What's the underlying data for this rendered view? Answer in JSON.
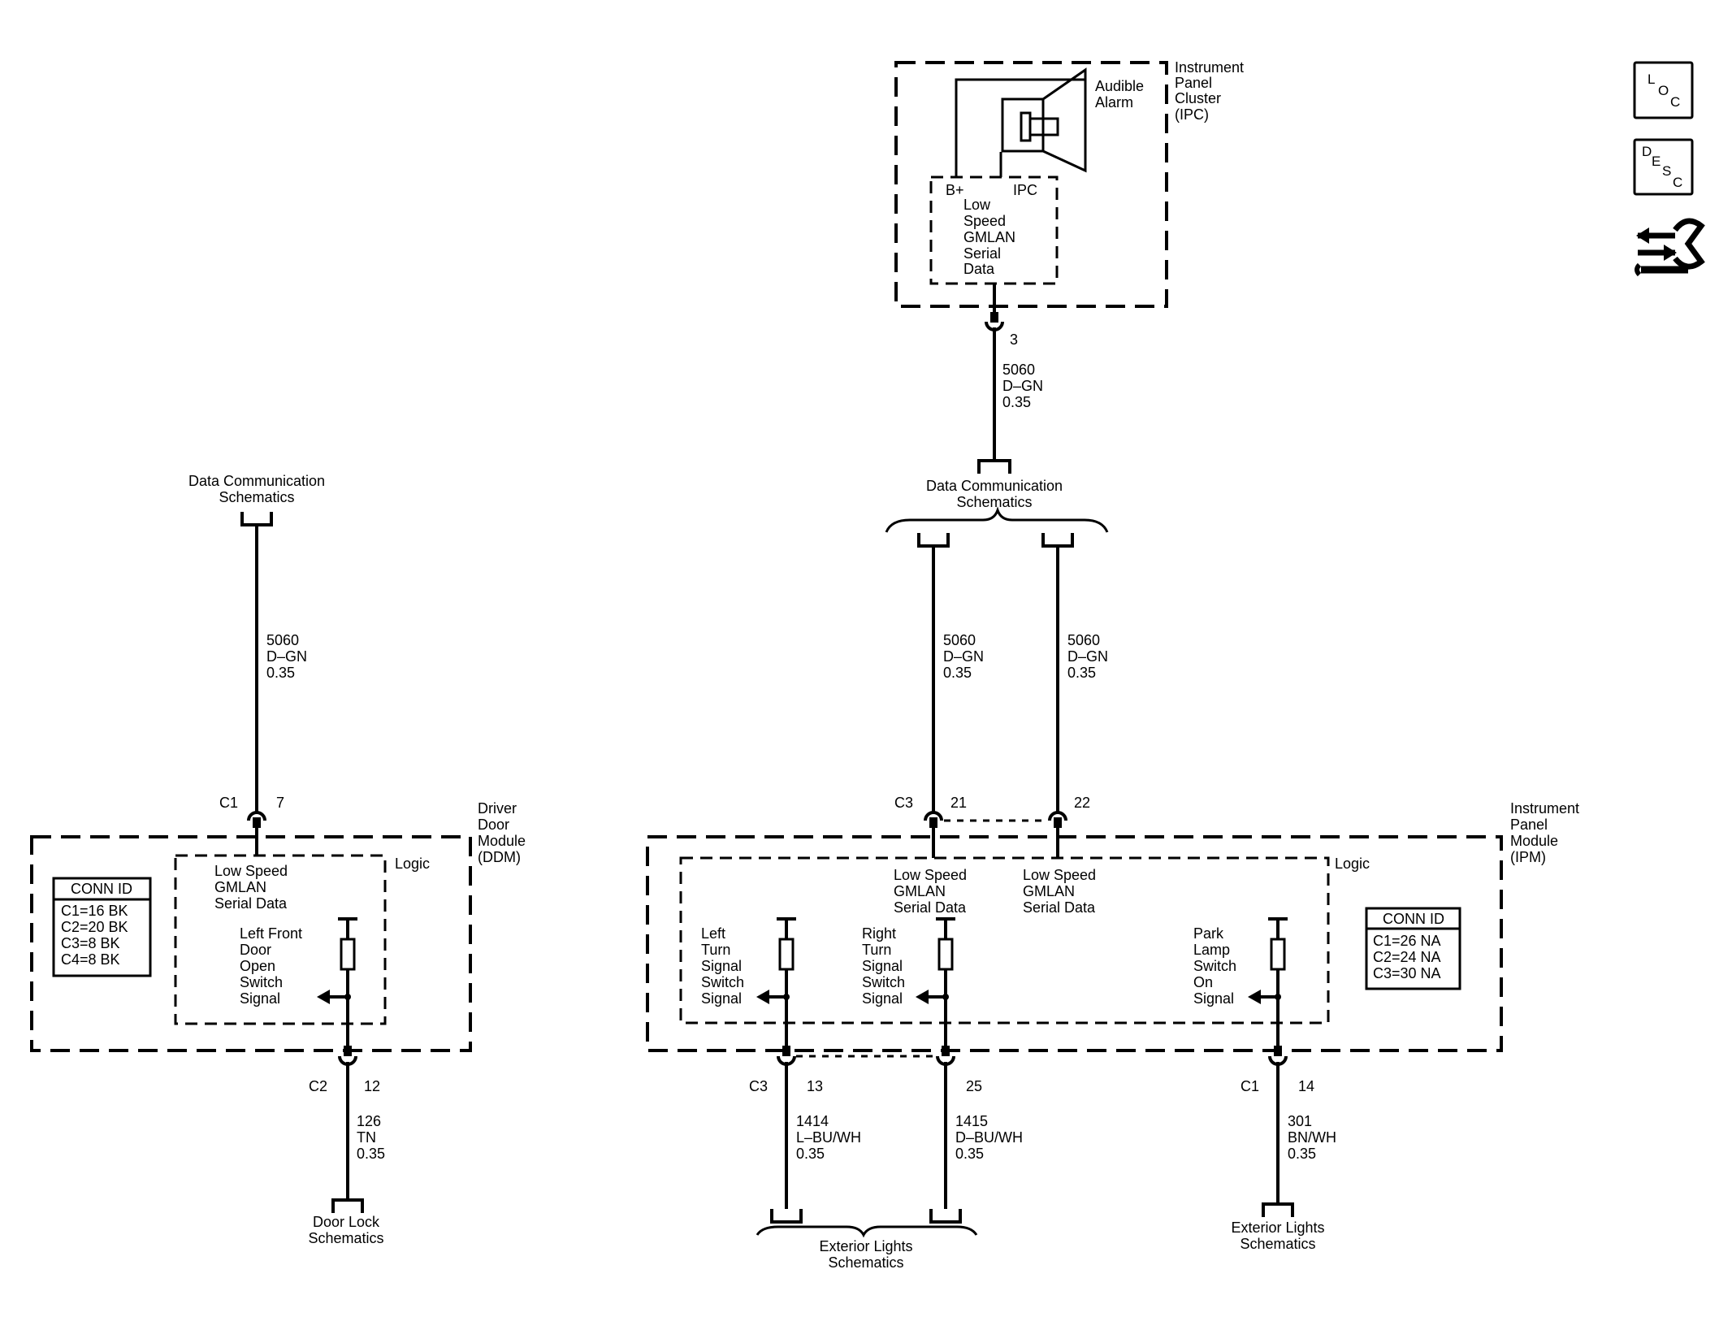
{
  "modules": {
    "ipc": {
      "name": [
        "Instrument",
        "Panel",
        "Cluster",
        "(IPC)"
      ],
      "alarm": [
        "Audible",
        "Alarm"
      ],
      "pin_bplus": "B+",
      "pin_ipc": "IPC",
      "signal": [
        "Low",
        "Speed",
        "GMLAN",
        "Serial",
        "Data"
      ]
    },
    "ddm": {
      "name": [
        "Driver",
        "Door",
        "Module",
        "(DDM)"
      ],
      "logic": "Logic",
      "gmlan": [
        "Low Speed",
        "GMLAN",
        "Serial Data"
      ],
      "switch_signal": [
        "Left Front",
        "Door",
        "Open",
        "Switch",
        "Signal"
      ],
      "conn_title": "CONN ID",
      "conn_rows": [
        "C1=16 BK",
        "C2=20 BK",
        "C3=8 BK",
        "C4=8 BK"
      ]
    },
    "ipm": {
      "name": [
        "Instrument",
        "Panel",
        "Module",
        "(IPM)"
      ],
      "logic": "Logic",
      "gmlan": [
        "Low Speed",
        "GMLAN",
        "Serial Data"
      ],
      "left_turn": [
        "Left",
        "Turn",
        "Signal",
        "Switch",
        "Signal"
      ],
      "right_turn": [
        "Right",
        "Turn",
        "Signal",
        "Switch",
        "Signal"
      ],
      "park_lamp": [
        "Park",
        "Lamp",
        "Switch",
        "On",
        "Signal"
      ],
      "conn_title": "CONN ID",
      "conn_rows": [
        "C1=26 NA",
        "C2=24 NA",
        "C3=30 NA"
      ]
    }
  },
  "wires": {
    "ipc_out": [
      "5060",
      "D–GN",
      "0.35"
    ],
    "ddm_in": [
      "5060",
      "D–GN",
      "0.35"
    ],
    "ipm_in_a": [
      "5060",
      "D–GN",
      "0.35"
    ],
    "ipm_in_b": [
      "5060",
      "D–GN",
      "0.35"
    ],
    "ddm_out": [
      "126",
      "TN",
      "0.35"
    ],
    "left_turn": [
      "1414",
      "L–BU/WH",
      "0.35"
    ],
    "right_turn": [
      "1415",
      "D–BU/WH",
      "0.35"
    ],
    "park": [
      "301",
      "BN/WH",
      "0.35"
    ]
  },
  "pins": {
    "ipc": "3",
    "ddm_c1": "C1",
    "ddm_c1_pin": "7",
    "ddm_c2": "C2",
    "ddm_c2_pin": "12",
    "ipm_c3": "C3",
    "ipm_pin21": "21",
    "ipm_pin22": "22",
    "ipm_c3_out": "C3",
    "ipm_pin13": "13",
    "ipm_pin25": "25",
    "ipm_c1": "C1",
    "ipm_pin14": "14"
  },
  "references": {
    "data_comm_left": [
      "Data Communication",
      "Schematics"
    ],
    "data_comm_center": [
      "Data Communication",
      "Schematics"
    ],
    "door_lock": [
      "Door Lock",
      "Schematics"
    ],
    "ext_lights_left": [
      "Exterior Lights",
      "Schematics"
    ],
    "ext_lights_right": [
      "Exterior Lights",
      "Schematics"
    ]
  },
  "legend_icons": {
    "loc": {
      "letters": [
        "L",
        "O",
        "C"
      ],
      "icon": "location-view-icon"
    },
    "desc": {
      "letters": [
        "D",
        "E",
        "S",
        "C"
      ],
      "icon": "description-view-icon"
    },
    "connector": {
      "icon": "connector-wrench-icon"
    }
  }
}
